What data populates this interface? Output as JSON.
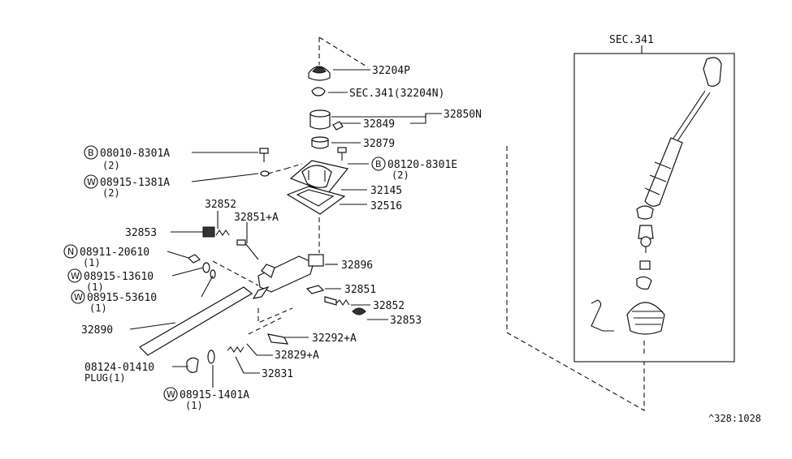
{
  "labels": {
    "sec341_top": "SEC.341",
    "p32204P": "32204P",
    "sec341_32204N": "SEC.341(32204N)",
    "p32849": "32849",
    "p32850N": "32850N",
    "p32879": "32879",
    "b08010": "08010-8301A",
    "b08010_qty": "(2)",
    "w08915_1381": "08915-1381A",
    "w08915_1381_qty": "(2)",
    "b08120": "08120-8301E",
    "b08120_qty": "(2)",
    "p32145": "32145",
    "p32516": "32516",
    "p32852_top": "32852",
    "p32851A": "32851+A",
    "p32853_top": "32853",
    "n08911": "08911-20610",
    "n08911_qty": "(1)",
    "w08915_13610": "08915-13610",
    "w08915_13610_qty": "(1)",
    "w08915_53610": "08915-53610",
    "w08915_53610_qty": "(1)",
    "p32896": "32896",
    "p32851": "32851",
    "p32852_bot": "32852",
    "p32853_bot": "32853",
    "p32890": "32890",
    "p32292A": "32292+A",
    "p32829A": "32829+A",
    "p08124": "08124-01410",
    "plug": "PLUG(1)",
    "p32831": "32831",
    "w08915_1401": "08915-1401A",
    "w08915_1401_qty": "(1)",
    "code": "^328:1028"
  },
  "circle_letters": {
    "b": "B",
    "w": "W",
    "n": "N"
  }
}
